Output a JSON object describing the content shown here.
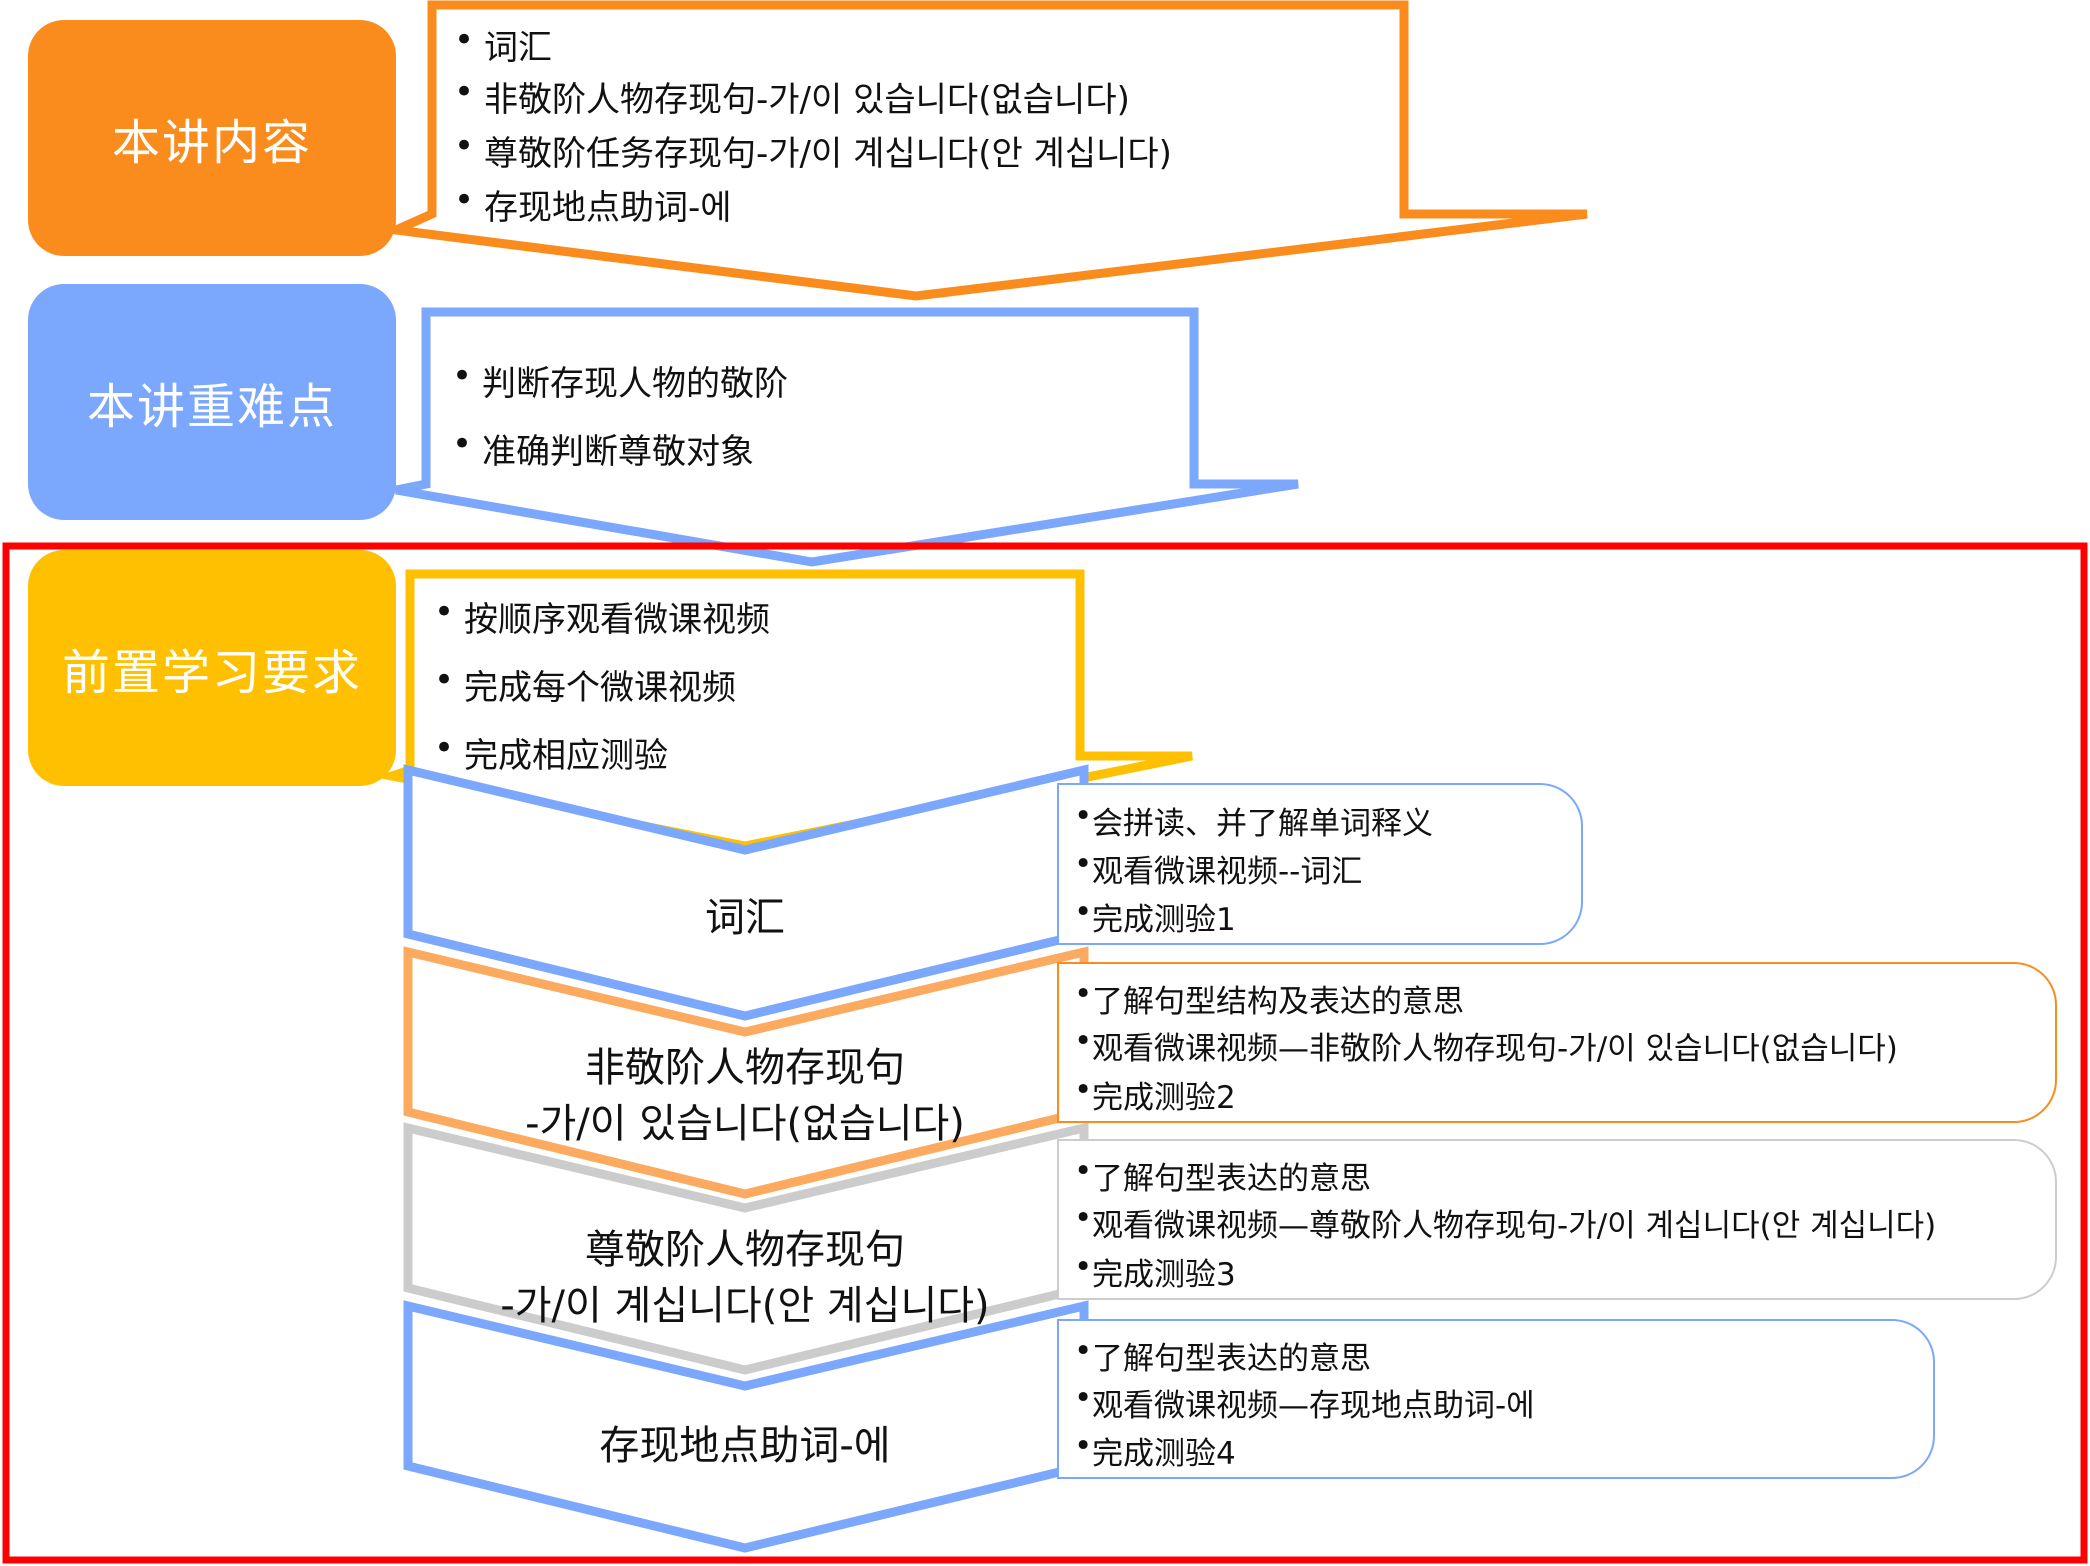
{
  "sections": [
    {
      "title": "本讲内容",
      "color": "#fa8c1e",
      "items": [
        "词汇",
        "非敬阶人物存现句-가/이 있습니다(없습니다)",
        "尊敬阶任务存现句-가/이 계십니다(안 계십니다)",
        "存现地点助词-에"
      ]
    },
    {
      "title": "本讲重难点",
      "color": "#7ba7fc",
      "items": [
        "判断存现人物的敬阶",
        "准确判断尊敬对象"
      ]
    },
    {
      "title": "前置学习要求",
      "color": "#fec000",
      "items": [
        "按顺序观看微课视频",
        "完成每个微课视频",
        "完成相应测验"
      ]
    }
  ],
  "stages": [
    {
      "title_lines": [
        "词汇"
      ],
      "color": "#7ba7fc",
      "tasks": [
        "会拼读、并了解单词释义",
        "观看微课视频--词汇",
        "完成测验1"
      ]
    },
    {
      "title_lines": [
        "非敬阶人物存现句",
        "-가/이 있습니다(없습니다)"
      ],
      "color": "#fbaa60",
      "tasks": [
        "了解句型结构及表达的意思",
        "观看微课视频—非敬阶人物存现句-가/이 있습니다(없습니다)",
        "完成测验2"
      ]
    },
    {
      "title_lines": [
        "尊敬阶人物存现句",
        "-가/이 계십니다(안 계십니다)"
      ],
      "color": "#cccccc",
      "tasks": [
        "了解句型表达的意思",
        "观看微课视频—尊敬阶人物存现句-가/이 계십니다(안 계십니다)",
        "完成测验3"
      ]
    },
    {
      "title_lines": [
        "存现地点助词-에"
      ],
      "color": "#7ba7fc",
      "tasks": [
        "了解句型表达的意思",
        "观看微课视频—存现地点助词-에",
        "完成测验4"
      ]
    }
  ],
  "highlight_color": "#ff0000"
}
